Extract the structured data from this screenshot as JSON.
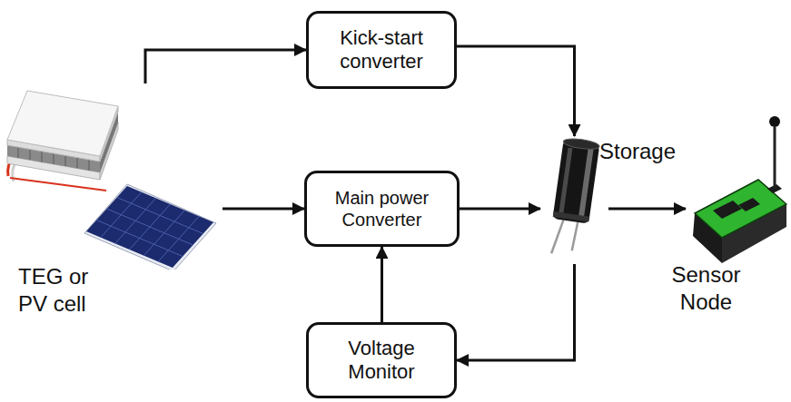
{
  "diagram": {
    "nodes": [
      {
        "text": [
          "Kick-start converter"
        ]
      },
      {
        "text": [
          "TEG or PV cell"
        ]
      },
      {
        "text": [
          "Main power Converter"
        ]
      },
      {
        "text": [
          "Storage"
        ]
      },
      {
        "text": [
          "Sensor Node"
        ]
      },
      {
        "text": [
          "Voltage Monitor"
        ]
      }
    ],
    "edges": [
      {
        "from": 1,
        "to": 0,
        "arrow": "to"
      },
      {
        "from": 0,
        "to": 3,
        "arrow": "to"
      },
      {
        "from": 1,
        "to": 2,
        "arrow": "to"
      },
      {
        "from": 2,
        "to": 3,
        "arrow": "to"
      },
      {
        "from": 3,
        "to": 4,
        "arrow": "to"
      },
      {
        "from": 3,
        "to": 5,
        "arrow": "to"
      },
      {
        "from": 5,
        "to": 2,
        "arrow": "to"
      }
    ]
  }
}
